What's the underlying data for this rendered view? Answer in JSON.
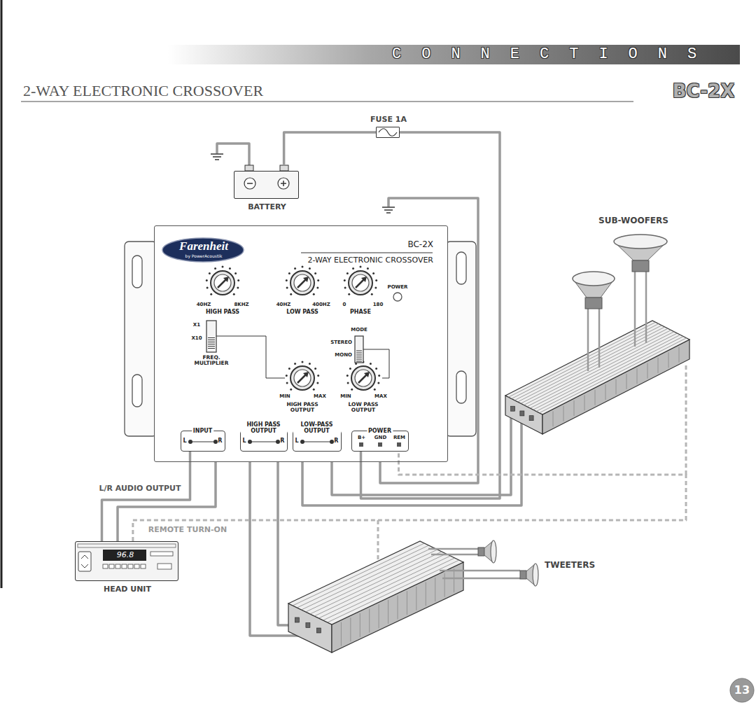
{
  "diagram": {
    "title": "2-WAY ELECTRONIC CROSSOVER",
    "nodes": [
      {
        "text": [
          "FUSE 1A"
        ]
      },
      {
        "text": [
          "BATTERY"
        ]
      },
      {
        "text": [
          "Farenheit",
          "by PowerAcoustik",
          "BC-2X",
          "2-WAY ELECTRONIC CROSSOVER"
        ]
      },
      {
        "text": [
          "INPUT",
          "L",
          "R"
        ],
        "in": 2
      },
      {
        "text": [
          "HIGH PASS OUTPUT",
          "L",
          "R"
        ],
        "in": 2
      },
      {
        "text": [
          "LOW-PASS OUTPUT",
          "L",
          "R"
        ],
        "in": 2
      },
      {
        "text": [
          "POWER",
          "B+",
          "GND",
          "REM"
        ],
        "in": 2
      },
      {
        "text": [
          "96.8",
          "HEAD UNIT"
        ]
      }
    ],
    "edges": [
      {
        "from": 1,
        "to": 0,
        "arrow": "none"
      },
      {
        "from": 0,
        "to": 6,
        "arrow": "none"
      },
      {
        "from": 7,
        "to": 3,
        "arrow": "none",
        "label": "L/R AUDIO OUTPUT"
      },
      {
        "from": 7,
        "to": 6,
        "arrow": "none",
        "label": "REMOTE TURN-ON"
      }
    ],
    "labels": [
      "CONNECTIONS",
      "BC-2X",
      "POWER",
      "40HZ",
      "8KHZ",
      "HIGH PASS",
      "40HZ",
      "400HZ",
      "LOW PASS",
      "0",
      "180",
      "PHASE",
      "X1",
      "X10",
      "FREQ. MULTIPLIER",
      "MODE",
      "STEREO",
      "MONO",
      "MIN",
      "MAX",
      "HIGH PASS OUTPUT",
      "MIN",
      "MAX",
      "LOW PASS OUTPUT",
      "SUB-WOOFERS",
      "TWEETERS",
      "13"
    ]
  }
}
